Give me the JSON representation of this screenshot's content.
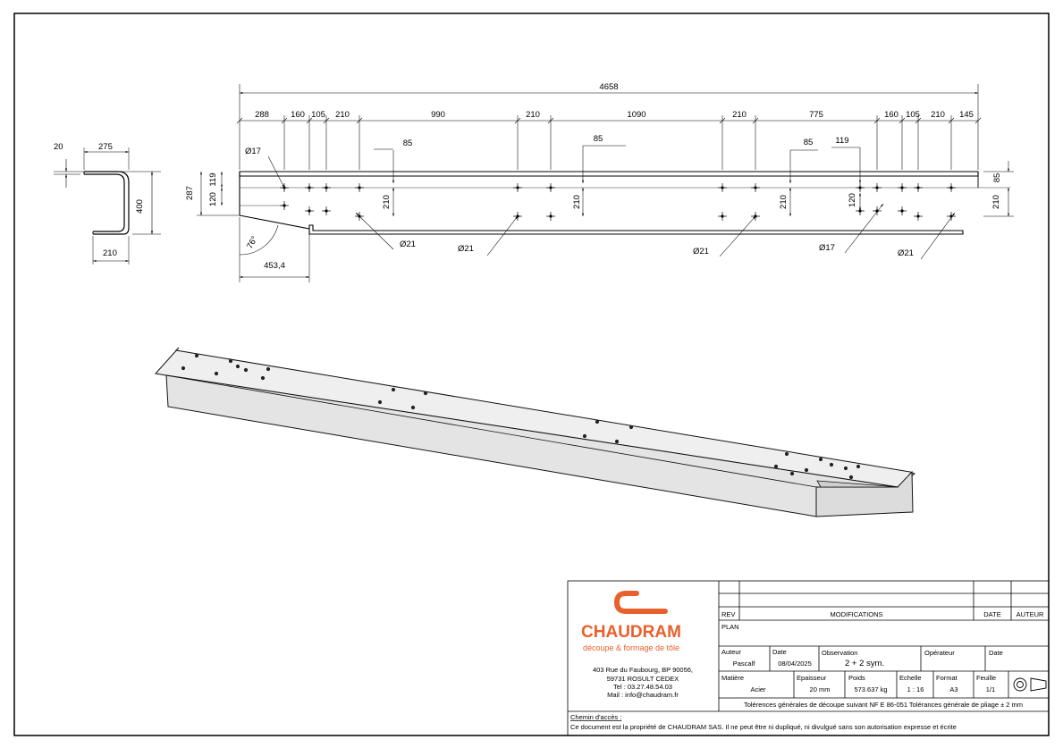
{
  "drawing": {
    "overall_length": "4658",
    "top_segments": [
      "288",
      "160",
      "105",
      "210",
      "990",
      "210",
      "1090",
      "210",
      "775",
      "160",
      "105",
      "210",
      "145"
    ],
    "hole_offsets": [
      "85",
      "85",
      "85",
      "119",
      "85"
    ],
    "hole_spacing": "210",
    "left_heights": [
      "287",
      "120",
      "119"
    ],
    "right_height": "120",
    "diameters": [
      "Ø17",
      "Ø21",
      "Ø21",
      "Ø21",
      "Ø17",
      "Ø21"
    ],
    "angle": "76°",
    "chamfer_length": "453,4"
  },
  "section": {
    "flange_thickness": "20",
    "top_flange": "275",
    "web_height": "400",
    "bottom_flange": "210"
  },
  "title_block": {
    "company": "CHAUDRAM",
    "tagline": "découpe & formage de tôle",
    "address_lines": [
      "403 Rue du Faubourg, BP 90056,",
      "59731 ROSULT CEDEX",
      "Tel : 03.27.48.54.03",
      "Mail : info@chaudram.fr"
    ],
    "rev_label": "REV",
    "modifications_label": "MODIFICATIONS",
    "date_label": "DATE",
    "auteur_label": "AUTEUR",
    "plan_label": "PLAN",
    "author_label": "Auteur",
    "author": "Pascalf",
    "date_field_label": "Date",
    "date": "08/04/2025",
    "observation_label": "Observation",
    "observation": "2 + 2 sym.",
    "operator_label": "Opérateur",
    "date2_label": "Date",
    "material_label": "Matière",
    "material": "Acier",
    "thickness_label": "Epaisseur",
    "thickness": "20 mm",
    "weight_label": "Poids",
    "weight": "573.637 kg",
    "scale_label": "Echelle",
    "scale": "1 : 16",
    "format_label": "Format",
    "format": "A3",
    "sheet_label": "Feuille",
    "sheet": "1/1",
    "tolerances": "Tolérences générales de découpe suivant NF E 86-051    Tolérances générale de pliage ± 2 mm",
    "access_label": "Chemin d'accès :",
    "copyright": "Ce document est la propriété de CHAUDRAM SAS. Il ne peut être ni dupliqué, ni divulgué sans son autorisation expresse et écrite"
  },
  "colors": {
    "brand": "#e8602b",
    "part_fill": "#e6e6e6",
    "line": "#000000"
  }
}
